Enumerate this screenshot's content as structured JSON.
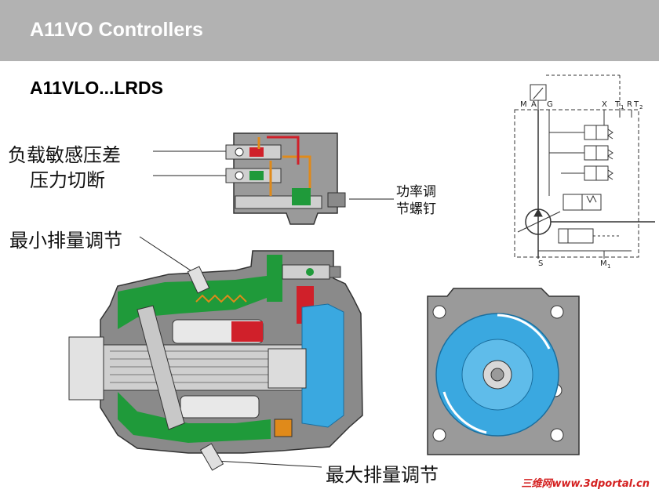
{
  "header": {
    "title": "A11VO Controllers"
  },
  "subtitle": "A11VLO...LRDS",
  "labels": {
    "load_sensing": "负载敏感压差",
    "pressure_cutoff": "压力切断",
    "power_screw_line1": "功率调",
    "power_screw_line2": "节螺钉",
    "min_displacement": "最小排量调节",
    "max_displacement": "最大排量调节"
  },
  "schematic": {
    "ports_top": [
      "M",
      "A",
      "G",
      "X",
      "T",
      "1",
      "R",
      "T",
      "2"
    ],
    "ports_bottom": [
      "S",
      "M",
      "1"
    ]
  },
  "watermark": "三维网www.3dportal.cn",
  "colors": {
    "header_bg": "#b2b2b2",
    "housing": "#8a8a8a",
    "oil_green": "#1f9a3a",
    "piston_red": "#d0202a",
    "valve_blue": "#3aa8e0",
    "spring_orange": "#e08a1a"
  }
}
